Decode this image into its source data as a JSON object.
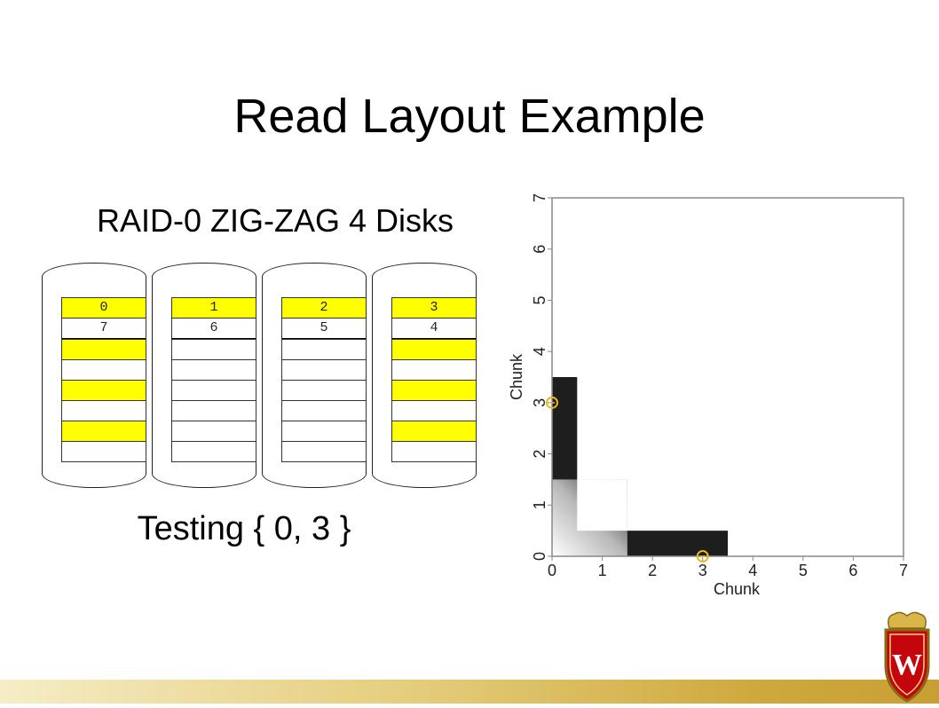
{
  "slide": {
    "title": "Read Layout Example",
    "subtitle": "RAID-0 ZIG-ZAG 4 Disks",
    "testing_label": "Testing { 0, 3 }"
  },
  "disks": [
    {
      "blocks": [
        "0",
        "7",
        "",
        "",
        "",
        "",
        "",
        ""
      ],
      "highlighted": [
        0,
        2,
        4,
        6
      ]
    },
    {
      "blocks": [
        "1",
        "6",
        "",
        "",
        "",
        "",
        "",
        ""
      ],
      "highlighted": [
        0
      ]
    },
    {
      "blocks": [
        "2",
        "5",
        "",
        "",
        "",
        "",
        "",
        ""
      ],
      "highlighted": [
        0
      ]
    },
    {
      "blocks": [
        "3",
        "4",
        "",
        "",
        "",
        "",
        "",
        ""
      ],
      "highlighted": [
        0,
        2,
        4,
        6
      ]
    }
  ],
  "colors": {
    "highlight": "#ffff00",
    "marker": "#e8b820",
    "region": "#1e1e1e",
    "footer_gold": "#cfa93e",
    "crest_red": "#c5050c"
  },
  "chart_data": {
    "type": "heatmap",
    "xlabel": "Chunk",
    "ylabel": "Chunk",
    "xlim": [
      0,
      7
    ],
    "ylim": [
      0,
      7
    ],
    "xticks": [
      "0",
      "1",
      "2",
      "3",
      "4",
      "5",
      "6",
      "7"
    ],
    "yticks": [
      "0",
      "1",
      "2",
      "3",
      "4",
      "5",
      "6",
      "7"
    ],
    "regions": [
      {
        "x": [
          0,
          0.5
        ],
        "y": [
          0,
          3.5
        ]
      },
      {
        "x": [
          0,
          3.5
        ],
        "y": [
          0,
          0.5
        ]
      }
    ],
    "markers": [
      {
        "x": 0,
        "y": 3
      },
      {
        "x": 3,
        "y": 0
      }
    ],
    "grid": false
  }
}
